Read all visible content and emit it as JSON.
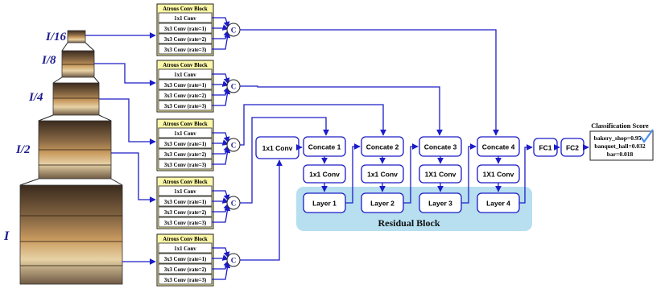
{
  "scales": [
    "I/16",
    "I/8",
    "I/4",
    "I/2",
    "I"
  ],
  "atrous_block": {
    "title": "Atrous Conv Block",
    "rows": [
      "1x1 Conv",
      "3x3 Conv (rate=1)",
      "3x3 Conv (rate=2)",
      "3x3 Conv (rate=3)"
    ]
  },
  "concat_symbol": "C",
  "top_conv": "1x1 Conv",
  "concats": [
    "Concate 1",
    "Concate 2",
    "Concate 3",
    "Concate 4"
  ],
  "convs": [
    "1x1 Conv",
    "1x1 Conv",
    "1X1 Conv",
    "1X1 Conv"
  ],
  "layers": [
    "Layer 1",
    "Layer 2",
    "Layer 3",
    "Layer 4"
  ],
  "residual_label": "Residual Block",
  "fc": [
    "FC1",
    "FC2"
  ],
  "classification": {
    "title": "Classification Score",
    "lines": [
      "bakery_shop=0.95",
      "banquet_hall=0.032",
      "bar=0.018"
    ]
  },
  "colors": {
    "arrow": "#1c1cc8",
    "block_fill": "#fbf7a8",
    "residual_fill": "#b7dff0",
    "check": "#4d8ef0"
  }
}
